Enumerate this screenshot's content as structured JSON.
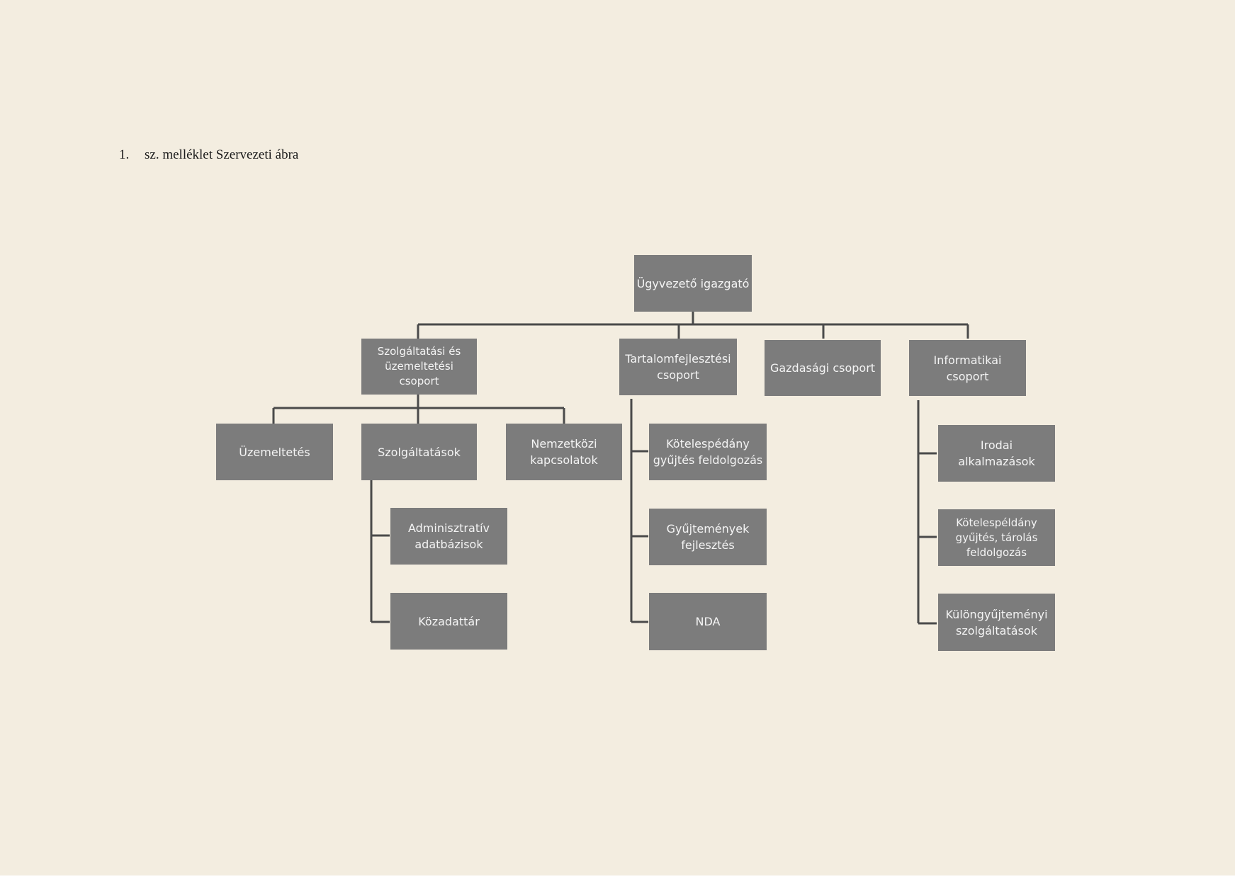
{
  "caption": {
    "number": "1.",
    "text": "sz. melléklet Szervezeti ábra"
  },
  "colors": {
    "box": "#7c7c7c",
    "line": "#4a4a4a",
    "text": "#f4f4f4",
    "paper": "#f3ede0"
  },
  "org": {
    "director": "Ügyvezető igazgató",
    "groups": {
      "service": "Szolgáltatási és\nüzemeltetési\ncsoport",
      "content": "Tartalomfejlesztési\ncsoport",
      "finance": "Gazdasági csoport",
      "it": "Informatikai\ncsoport"
    },
    "service_units": {
      "operations": "Üzemeltetés",
      "services": "Szolgáltatások",
      "international": "Nemzetközi\nkapcsolatok"
    },
    "services_sub": {
      "admin_db": "Adminisztratív\nadatbázisok",
      "public_data": "Közadattár"
    },
    "content_units": {
      "legal_deposit": "Kötelespédány\ngyűjtés feldolgozás",
      "collections": "Gyűjtemények\nfejlesztés",
      "nda": "NDA"
    },
    "it_units": {
      "office_apps": "Irodai\nalkalmazások",
      "legal_deposit_storage": "Kötelespéldány\ngyűjtés, tárolás\nfeldolgozás",
      "special_collections": "Különgyűjteményi\nszolgáltatások"
    }
  }
}
